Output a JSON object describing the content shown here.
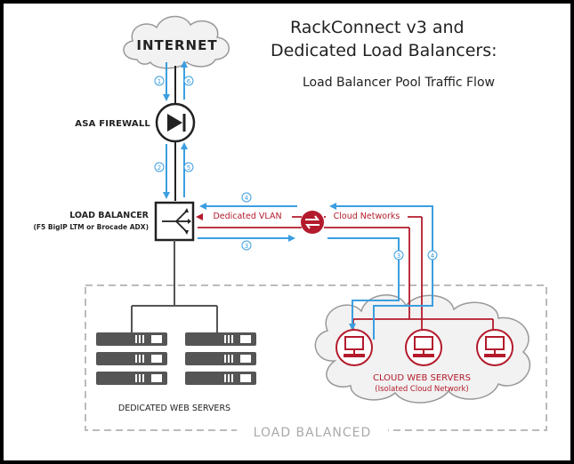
{
  "title": {
    "line1": "RackConnect v3 and",
    "line2": "Dedicated Load Balancers:",
    "subtitle": "Load Balancer Pool Traffic Flow"
  },
  "nodes": {
    "internet": "INTERNET",
    "firewall": "ASA FIREWALL",
    "load_balancer": "LOAD BALANCER",
    "load_balancer_sub": "(F5 BigIP LTM or Brocade ADX)",
    "dedicated_servers": "DEDICATED WEB SERVERS",
    "cloud_servers": "CLOUD WEB SERVERS",
    "cloud_servers_sub": "(Isolated Cloud Network)",
    "load_balanced": "LOAD BALANCED"
  },
  "links": {
    "dedicated_vlan": "Dedicated VLAN",
    "cloud_networks": "Cloud Networks"
  },
  "steps": {
    "s1": "1",
    "s2": "2",
    "s3": "3",
    "s4": "4",
    "s5": "5",
    "s6": "6"
  },
  "colors": {
    "traffic": "#3b9ee0",
    "network": "#b31b2c",
    "stroke": "#222222",
    "region_border": "#bbbbbb",
    "server": "#555555"
  },
  "icons": [
    "cloud-icon",
    "firewall-icon",
    "load-balancer-icon",
    "router-icon",
    "server-icon",
    "computer-icon"
  ]
}
